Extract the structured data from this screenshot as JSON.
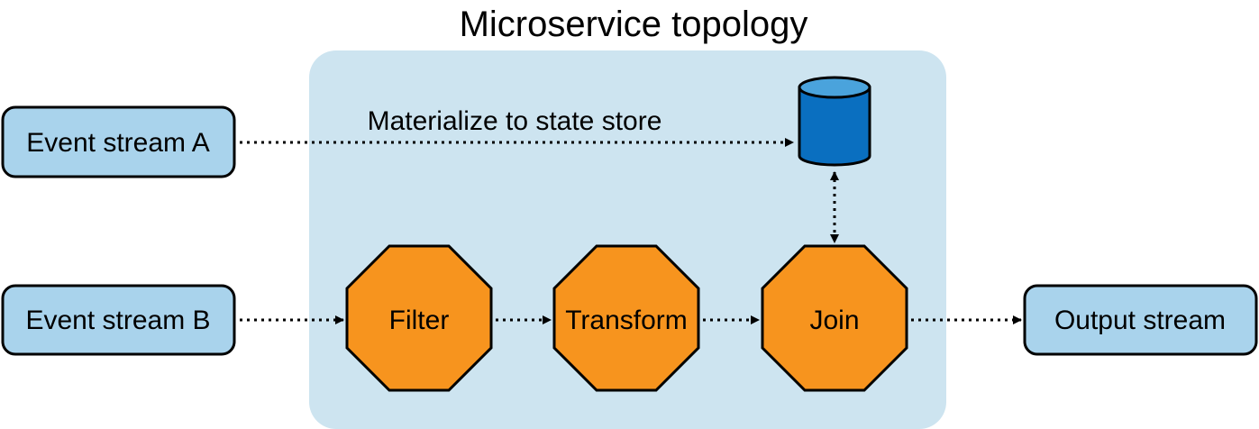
{
  "title": "Microservice topology",
  "inputs": {
    "stream_a": "Event stream A",
    "stream_b": "Event stream B"
  },
  "processors": {
    "filter": "Filter",
    "transform": "Transform",
    "join": "Join"
  },
  "output": {
    "label": "Output stream"
  },
  "edges": {
    "materialize_label": "Materialize to state store"
  },
  "icons": {
    "state_store": "database-cylinder-icon"
  },
  "colors": {
    "topology_bg": "#cde4f0",
    "stream_box": "#a9d3ec",
    "processor": "#f7941e",
    "store_body": "#0a6fc0",
    "store_top": "#4aa3dc"
  }
}
